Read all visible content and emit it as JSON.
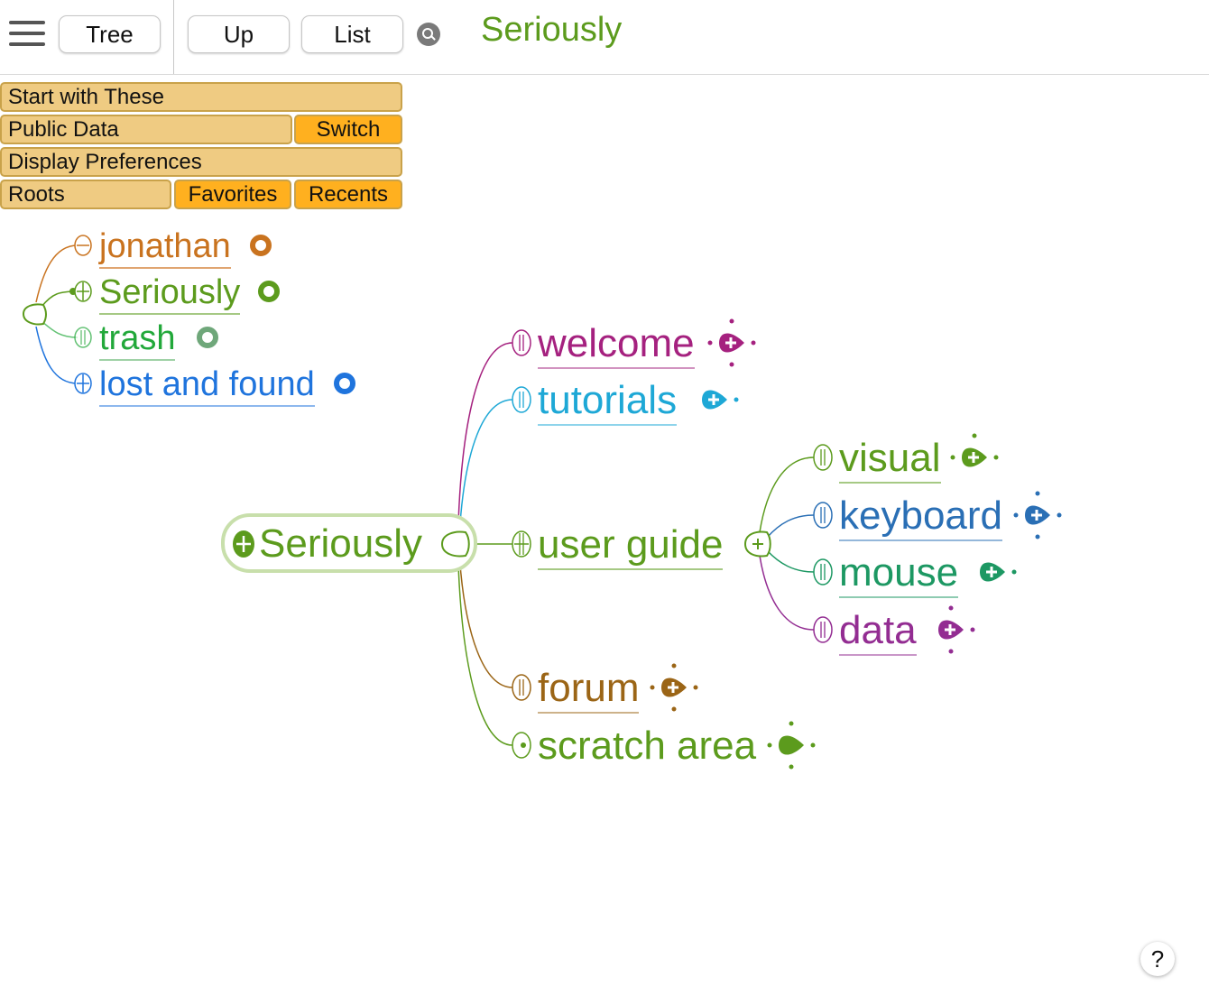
{
  "toolbar": {
    "tree_label": "Tree",
    "up_label": "Up",
    "list_label": "List",
    "breadcrumb": "Seriously"
  },
  "panel": {
    "start_with_these": "Start with These",
    "public_data": "Public Data",
    "switch": "Switch",
    "display_preferences": "Display Preferences",
    "roots": "Roots",
    "favorites": "Favorites",
    "recents": "Recents"
  },
  "colors": {
    "green": "#5c9b1d",
    "orange": "#c9731f",
    "bright_green": "#22a83a",
    "blue": "#1f74dd",
    "magenta": "#a5217f",
    "cyan": "#1ea8d6",
    "steel_blue": "#2a6fb5",
    "teal": "#1d9863",
    "purple": "#932d92",
    "brown": "#9b6516",
    "panel_tan": "#efcb82",
    "panel_orange": "#ffb01f"
  },
  "roots_tree": {
    "items": [
      {
        "label": "jonathan"
      },
      {
        "label": "Seriously"
      },
      {
        "label": "trash"
      },
      {
        "label": "lost and found"
      }
    ]
  },
  "main_tree": {
    "focus": "Seriously",
    "children": [
      {
        "label": "welcome"
      },
      {
        "label": "tutorials"
      },
      {
        "label": "user guide"
      },
      {
        "label": "forum"
      },
      {
        "label": "scratch area"
      }
    ],
    "user_guide_children": [
      {
        "label": "visual"
      },
      {
        "label": "keyboard"
      },
      {
        "label": "mouse"
      },
      {
        "label": "data"
      }
    ]
  },
  "help_label": "?"
}
